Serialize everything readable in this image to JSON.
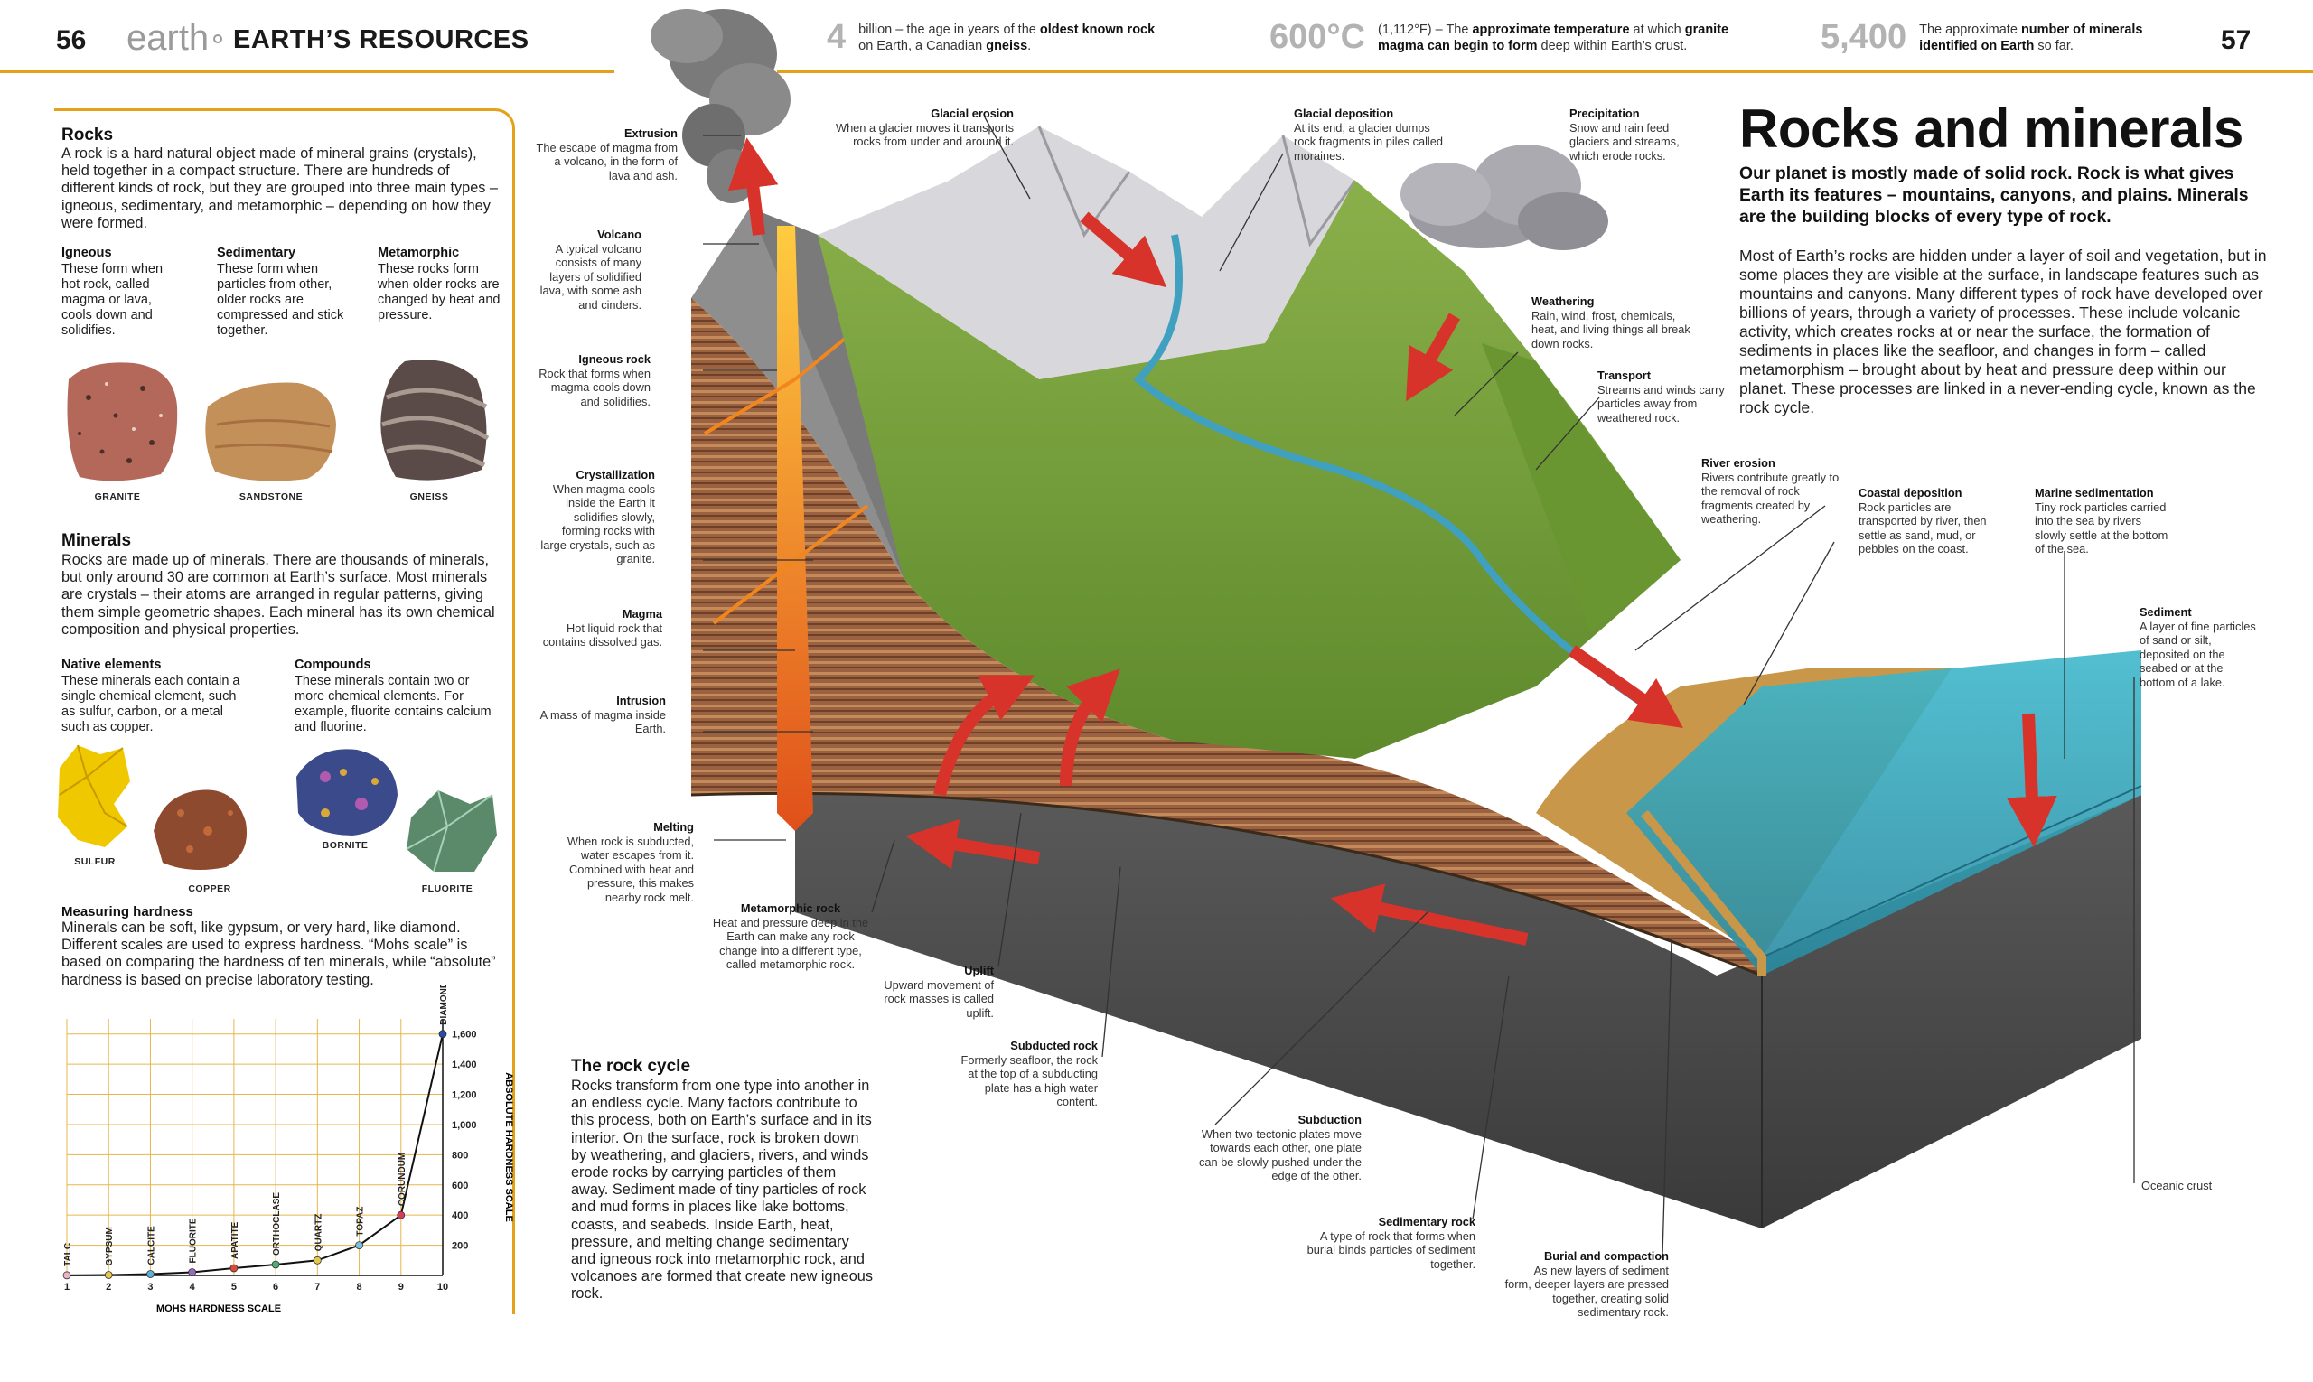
{
  "header": {
    "page_left": "56",
    "brand": "earth",
    "section": "EARTH’S RESOURCES",
    "page_right": "57",
    "facts": [
      {
        "num": "4",
        "pre": "billion",
        "text": " – the age in years of the ",
        "b1": "oldest known rock",
        "text2": " on Earth, a Canadian ",
        "b2": "gneiss",
        "end": "."
      },
      {
        "num": "600°C",
        "pre": "(1,112°F)",
        "text": " – The ",
        "b1": "approximate temperature",
        "text2": " at which ",
        "b2": "granite magma can begin to form",
        "end": " deep within Earth’s crust."
      },
      {
        "num": "5,400",
        "pre": "The approximate",
        "text": " ",
        "b1": "number of minerals identified on Earth",
        "text2": "",
        "b2": "",
        "end": " so far."
      }
    ]
  },
  "sidebar": {
    "rocks": {
      "heading": "Rocks",
      "text": "A rock is a hard natural object made of mineral grains (crystals), held together in a compact structure. There are hundreds of different kinds of rock, but they are grouped into three main types – igneous, sedimentary, and metamorphic – depending on how they were formed.",
      "types": [
        {
          "title": "Igneous",
          "text": "These form when hot rock, called magma or lava, cools down and solidifies."
        },
        {
          "title": "Sedimentary",
          "text": "These form when particles from other, older rocks are compressed and stick together."
        },
        {
          "title": "Metamorphic",
          "text": "These rocks form when older rocks are changed by heat and pressure."
        }
      ],
      "samples": [
        "GRANITE",
        "SANDSTONE",
        "GNEISS"
      ]
    },
    "minerals": {
      "heading": "Minerals",
      "text": "Rocks are made up of minerals. There are thousands of minerals, but only around 30 are common at Earth’s surface. Most minerals are crystals – their atoms are arranged in regular patterns, giving them simple geometric shapes. Each mineral has its own chemical composition and physical properties.",
      "native_title": "Native elements",
      "native_text": "These minerals each contain a single chemical element, such as sulfur, carbon, or a metal such as copper.",
      "compounds_title": "Compounds",
      "compounds_text": "These minerals contain two or more chemical elements. For example, fluorite contains calcium and fluorine.",
      "samples": [
        "SULFUR",
        "COPPER",
        "BORNITE",
        "FLUORITE"
      ]
    },
    "hardness": {
      "heading": "Measuring hardness",
      "text": "Minerals can be soft, like gypsum, or very hard, like diamond. Different scales are used to express hardness. “Mohs scale” is based on comparing the hardness of ten minerals, while “absolute” hardness is based on precise laboratory testing."
    }
  },
  "chart_data": {
    "type": "line",
    "xlabel": "MOHS HARDNESS SCALE",
    "ylabel": "ABSOLUTE HARDNESS SCALE",
    "x": [
      1,
      2,
      3,
      4,
      5,
      6,
      7,
      8,
      9,
      10
    ],
    "y": [
      1,
      3,
      9,
      21,
      48,
      72,
      100,
      200,
      400,
      1600
    ],
    "point_labels": [
      "TALC",
      "GYPSUM",
      "CALCITE",
      "FLUORITE",
      "APATITE",
      "ORTHOCLASE",
      "QUARTZ",
      "TOPAZ",
      "CORUNDUM",
      "DIAMOND"
    ],
    "point_colors": [
      "#e8b4c8",
      "#e8c84a",
      "#5ab0d8",
      "#9a6ac0",
      "#d84a3a",
      "#4ab070",
      "#e8c84a",
      "#7ac0e0",
      "#d83a5a",
      "#2a4aa8"
    ],
    "yticks": [
      200,
      400,
      600,
      800,
      "1,000",
      "1,200",
      "1,400",
      "1,600"
    ],
    "xticks": [
      "1",
      "2",
      "3",
      "4",
      "5",
      "6",
      "7",
      "8",
      "9",
      "10"
    ],
    "xlim": [
      1,
      10
    ],
    "ylim": [
      0,
      1700
    ],
    "grid": true,
    "line_color": "#111111",
    "grid_color": "#e8b64a"
  },
  "main": {
    "title": "Rocks and minerals",
    "lead": "Our planet is mostly made of solid rock. Rock is what gives Earth its features – mountains, canyons, and plains. Minerals are the building blocks of every type of rock.",
    "body": "Most of Earth’s rocks are hidden under a layer of soil and vegetation, but in some places they are visible at the surface, in landscape features such as mountains and canyons. Many different types of rock have developed over billions of years, through a variety of processes. These include volcanic activity, which creates rocks at or near the surface, the formation of sediments in places like the seafloor, and changes in form – called metamorphism – brought about by heat and pressure deep within our planet. These processes are linked in a never-ending cycle, known as the rock cycle.",
    "rock_cycle_heading": "The rock cycle",
    "rock_cycle_text": "Rocks transform from one type into another in an endless cycle. Many factors contribute to this process, both on Earth’s surface and in its interior. On the surface, rock is broken down by weathering, and glaciers, rivers, and winds erode rocks by carrying particles of them away. Sediment made of tiny particles of rock and mud forms in places like lake bottoms, coasts, and seabeds. Inside Earth, heat, pressure, and melting change sedimentary and igneous rock into metamorphic rock, and volcanoes are formed that create new igneous rock."
  },
  "labels": [
    {
      "id": "extrusion",
      "title": "Extrusion",
      "text": "The escape of magma from a volcano, in the form of lava and ash."
    },
    {
      "id": "volcano",
      "title": "Volcano",
      "text": "A typical volcano consists of many layers of solidified lava, with some ash and cinders."
    },
    {
      "id": "igneous",
      "title": "Igneous rock",
      "text": "Rock that forms when magma cools down and solidifies."
    },
    {
      "id": "crystal",
      "title": "Crystallization",
      "text": "When magma cools inside the Earth it solidifies slowly, forming rocks with large crystals, such as granite."
    },
    {
      "id": "magma",
      "title": "Magma",
      "text": "Hot liquid rock that contains dissolved gas."
    },
    {
      "id": "intrusion",
      "title": "Intrusion",
      "text": "A mass of magma inside Earth."
    },
    {
      "id": "melting",
      "title": "Melting",
      "text": "When rock is subducted, water escapes from it. Combined with heat and pressure, this makes nearby rock melt."
    },
    {
      "id": "metamorphic",
      "title": "Metamorphic rock",
      "text": "Heat and pressure deep in the Earth can make any rock change into a different type, called metamorphic rock."
    },
    {
      "id": "uplift",
      "title": "Uplift",
      "text": "Upward movement of rock masses is called uplift."
    },
    {
      "id": "subducted",
      "title": "Subducted rock",
      "text": "Formerly seafloor, the rock at the top of a subducting plate has a high water content."
    },
    {
      "id": "subduction",
      "title": "Subduction",
      "text": "When two tectonic plates move towards each other, one plate can be slowly pushed under the edge of the other."
    },
    {
      "id": "sedrock",
      "title": "Sedimentary rock",
      "text": "A type of rock that forms when burial binds particles of sediment together."
    },
    {
      "id": "burial",
      "title": "Burial and compaction",
      "text": "As new layers of sediment form, deeper layers are pressed together, creating solid sedimentary rock."
    },
    {
      "id": "glacial_erosion",
      "title": "Glacial erosion",
      "text": "When a glacier moves it transports rocks from under and around it."
    },
    {
      "id": "glacial_dep",
      "title": "Glacial deposition",
      "text": "At its end, a glacier dumps rock fragments in piles called moraines."
    },
    {
      "id": "precip",
      "title": "Precipitation",
      "text": "Snow and rain feed glaciers and streams, which erode rocks."
    },
    {
      "id": "weathering",
      "title": "Weathering",
      "text": "Rain, wind, frost, chemicals, heat, and living things all break down rocks."
    },
    {
      "id": "transport",
      "title": "Transport",
      "text": "Streams and winds carry particles away from weathered rock."
    },
    {
      "id": "river",
      "title": "River erosion",
      "text": "Rivers contribute greatly to the removal of rock fragments created by weathering."
    },
    {
      "id": "coastal",
      "title": "Coastal deposition",
      "text": "Rock particles are transported by river, then settle as sand, mud, or pebbles on the coast."
    },
    {
      "id": "marine",
      "title": "Marine sedimentation",
      "text": "Tiny rock particles carried into the sea by rivers slowly settle at the bottom of the sea."
    },
    {
      "id": "sediment",
      "title": "Sediment",
      "text": "A layer of fine particles of sand or silt, deposited on the seabed or at the bottom of a lake."
    },
    {
      "id": "oceanic",
      "title": "",
      "text": "Oceanic crust"
    }
  ],
  "colors": {
    "accent": "#e3a21a",
    "arrow": "#d8332a",
    "lava": "#f2861e",
    "sea": "#2fa7c0",
    "grass": "#7aa83a"
  }
}
